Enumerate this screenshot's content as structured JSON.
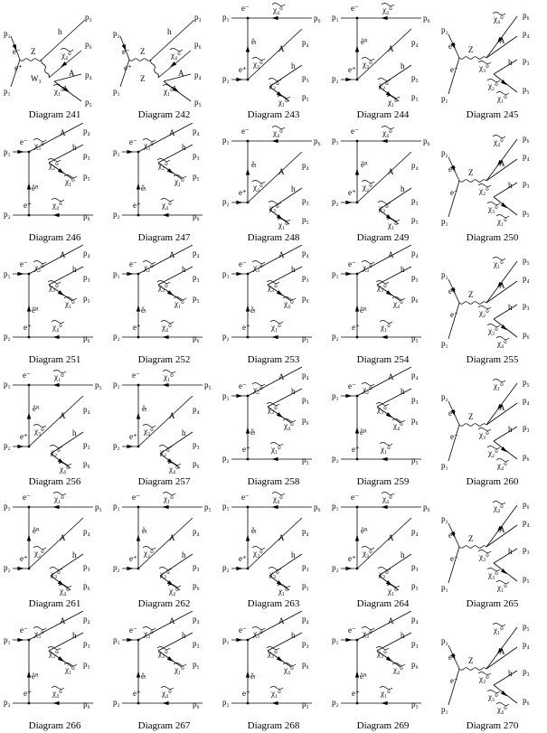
{
  "diagrams": [
    {
      "topology": "s2",
      "caption": "Diagram 241",
      "labels": {
        "in1": "p₂",
        "in2": "p₁",
        "e1": "e⁻",
        "e2": "e⁺",
        "z": "Z",
        "out1": "p₃",
        "s1": "h",
        "out2": "p₆",
        "s2": "χ₄⁰",
        "out3": "p₄",
        "s3": "A",
        "out4": "p₅",
        "s4": "χ₁⁰",
        "w": "W₃"
      }
    },
    {
      "topology": "s2",
      "caption": "Diagram 242",
      "labels": {
        "in1": "p₂",
        "in2": "p₁",
        "e1": "e⁻",
        "e2": "e⁺",
        "z": "Z",
        "out1": "p₃",
        "s1": "h",
        "out2": "p₆",
        "s2": "χ₄⁰",
        "out3": "p₄",
        "s3": "A",
        "out4": "p₅",
        "s4": "χ₁⁰",
        "w": "Z"
      }
    },
    {
      "topology": "tB",
      "caption": "Diagram 243",
      "labels": {
        "top_in": "p₁",
        "bot_in": "p₂",
        "e1": "e⁻",
        "e2": "e⁺",
        "top_out": "p₆",
        "top_label": "χ₄⁰",
        "prop": "ẽₗ",
        "chi_a": "χ₃⁰",
        "A": "A",
        "pA": "p₄",
        "chi_b": "χ₂⁰",
        "h": "h",
        "ph": "p₃",
        "chi_c": "χ₁⁰",
        "pc": "p₅"
      }
    },
    {
      "topology": "tB",
      "caption": "Diagram 244",
      "labels": {
        "top_in": "p₁",
        "bot_in": "p₂",
        "e1": "e⁻",
        "e2": "e⁺",
        "top_out": "p₆",
        "top_label": "χ₄⁰",
        "prop": "ẽᴿ",
        "chi_a": "χ₃⁰",
        "A": "A",
        "pA": "p₄",
        "chi_b": "χ₂⁰",
        "h": "h",
        "ph": "p₃",
        "chi_c": "χ₁⁰",
        "pc": "p₅"
      }
    },
    {
      "topology": "s1",
      "caption": "Diagram 245",
      "labels": {
        "in1": "p₂",
        "in2": "p₁",
        "e1": "e⁺",
        "e2": "e⁻",
        "z": "Z",
        "top_label": "χ₄⁰",
        "out1": "p₆",
        "A": "A",
        "pA": "p₄",
        "chi_a": "χ₃⁰",
        "h": "h",
        "ph": "p₃",
        "chi_b": "χ₂⁰",
        "pc": "p₅",
        "chi_c": "χ₁⁰"
      }
    },
    {
      "topology": "tA",
      "caption": "Diagram 246",
      "labels": {
        "top_in": "p₁",
        "bot_in": "p₂",
        "e1": "e⁻",
        "e2": "e⁺",
        "chi_a": "χ₃⁰",
        "A": "A",
        "pA": "p₄",
        "chi_b": "χ₂⁰",
        "h": "h",
        "ph": "p₃",
        "chi_c": "χ₁⁰",
        "pc": "p₅",
        "prop": "ẽᴿ",
        "bot_label": "χ₄⁰",
        "bot_out": "p₆"
      }
    },
    {
      "topology": "tA",
      "caption": "Diagram 247",
      "labels": {
        "top_in": "p₁",
        "bot_in": "p₂",
        "e1": "e⁻",
        "e2": "e⁺",
        "chi_a": "χ₃⁰",
        "A": "A",
        "pA": "p₄",
        "chi_b": "χ₂⁰",
        "h": "h",
        "ph": "p₃",
        "chi_c": "χ₁⁰",
        "pc": "p₅",
        "prop": "ẽₗ",
        "bot_label": "χ₄⁰",
        "bot_out": "p₆"
      }
    },
    {
      "topology": "tB",
      "caption": "Diagram 248",
      "labels": {
        "top_in": "p₁",
        "bot_in": "p₂",
        "e1": "e⁻",
        "e2": "e⁺",
        "top_out": "p₆",
        "top_label": "χ₄⁰",
        "prop": "ẽₗ",
        "chi_a": "χ₂⁰",
        "A": "A",
        "pA": "p₄",
        "chi_b": "χ₃⁰",
        "h": "h",
        "ph": "p₃",
        "chi_c": "χ₁⁰",
        "pc": "p₅"
      }
    },
    {
      "topology": "tB",
      "caption": "Diagram 249",
      "labels": {
        "top_in": "p₁",
        "bot_in": "p₂",
        "e1": "e⁻",
        "e2": "e⁺",
        "top_out": "p₆",
        "top_label": "χ₄⁰",
        "prop": "ẽᴿ",
        "chi_a": "χ₂⁰",
        "A": "A",
        "pA": "p₄",
        "chi_b": "χ₃⁰",
        "h": "h",
        "ph": "p₃",
        "chi_c": "χ₁⁰",
        "pc": "p₅"
      }
    },
    {
      "topology": "s1",
      "caption": "Diagram 250",
      "labels": {
        "in1": "p₂",
        "in2": "p₁",
        "e1": "e⁺",
        "e2": "e⁻",
        "z": "Z",
        "top_label": "χ₄⁰",
        "out1": "p₆",
        "A": "A",
        "pA": "p₄",
        "chi_a": "χ₂⁰",
        "h": "h",
        "ph": "p₃",
        "chi_b": "χ₃⁰",
        "pc": "p₅",
        "chi_c": "χ₁⁰"
      }
    },
    {
      "topology": "tA",
      "caption": "Diagram 251",
      "labels": {
        "top_in": "p₁",
        "bot_in": "p₂",
        "e1": "e⁻",
        "e2": "e⁺",
        "chi_a": "χ₂⁰",
        "A": "A",
        "pA": "p₄",
        "chi_b": "χ₃⁰",
        "h": "h",
        "ph": "p₃",
        "chi_c": "χ₁⁰",
        "pc": "p₅",
        "prop": "ẽᴿ",
        "bot_label": "χ₄⁰",
        "bot_out": "p₆"
      }
    },
    {
      "topology": "tA",
      "caption": "Diagram 252",
      "labels": {
        "top_in": "p₁",
        "bot_in": "p₂",
        "e1": "e⁻",
        "e2": "e⁺",
        "chi_a": "χ₂⁰",
        "A": "A",
        "pA": "p₄",
        "chi_b": "χ₃⁰",
        "h": "h",
        "ph": "p₃",
        "chi_c": "χ₁⁰",
        "pc": "p₅",
        "prop": "ẽₗ",
        "bot_label": "χ₄⁰",
        "bot_out": "p₆"
      }
    },
    {
      "topology": "tA",
      "caption": "Diagram 253",
      "labels": {
        "top_in": "p₁",
        "bot_in": "p₂",
        "e1": "e⁻",
        "e2": "e⁺",
        "chi_a": "χ₃⁰",
        "A": "A",
        "pA": "p₄",
        "chi_b": "χ₃⁰",
        "h": "h",
        "ph": "p₃",
        "chi_c": "χ₄⁰",
        "pc": "p₆",
        "prop": "ẽₗ",
        "bot_label": "χ₁⁰",
        "bot_out": "p₅"
      }
    },
    {
      "topology": "tA",
      "caption": "Diagram 254",
      "labels": {
        "top_in": "p₁",
        "bot_in": "p₂",
        "e1": "e⁻",
        "e2": "e⁺",
        "chi_a": "χ₃⁰",
        "A": "A",
        "pA": "p₄",
        "chi_b": "χ₃⁰",
        "h": "h",
        "ph": "p₃",
        "chi_c": "χ₄⁰",
        "pc": "p₆",
        "prop": "ẽᴿ",
        "bot_label": "χ₁⁰",
        "bot_out": "p₅"
      }
    },
    {
      "topology": "s1",
      "caption": "Diagram 255",
      "labels": {
        "in1": "p₂",
        "in2": "p₁",
        "e1": "e⁺",
        "e2": "e⁻",
        "z": "Z",
        "top_label": "χ₁⁰",
        "out1": "p₅",
        "A": "A",
        "pA": "p₄",
        "chi_a": "χ₂⁰",
        "h": "h",
        "ph": "p₃",
        "chi_b": "χ₃⁰",
        "pc": "p₆",
        "chi_c": "χ₄⁰"
      }
    },
    {
      "topology": "tB",
      "caption": "Diagram 256",
      "labels": {
        "top_in": "p₁",
        "bot_in": "p₂",
        "e1": "e⁻",
        "e2": "e⁺",
        "top_out": "p₅",
        "top_label": "χ₁⁰",
        "prop": "ẽᴿ",
        "chi_a": "χ₃⁰",
        "A": "A",
        "pA": "p₄",
        "chi_b": "χ₂⁰",
        "h": "h",
        "ph": "p₃",
        "chi_c": "χ₄⁰",
        "pc": "p₆"
      }
    },
    {
      "topology": "tB",
      "caption": "Diagram 257",
      "labels": {
        "top_in": "p₁",
        "bot_in": "p₂",
        "e1": "e⁻",
        "e2": "e⁺",
        "top_out": "p₅",
        "top_label": "χ₁⁰",
        "prop": "ẽₗ",
        "chi_a": "χ₃⁰",
        "A": "A",
        "pA": "p₄",
        "chi_b": "χ₂⁰",
        "h": "h",
        "ph": "p₃",
        "chi_c": "χ₄⁰",
        "pc": "p₆"
      }
    },
    {
      "topology": "tA",
      "caption": "Diagram 258",
      "labels": {
        "top_in": "p₁",
        "bot_in": "p₂",
        "e1": "e⁻",
        "e2": "e⁺",
        "chi_a": "χ₂⁰",
        "A": "A",
        "pA": "p₄",
        "chi_b": "χ₃⁰",
        "h": "h",
        "ph": "p₃",
        "chi_c": "χ₄⁰",
        "pc": "p₆",
        "prop": "ẽₗ",
        "bot_label": "χ₁⁰",
        "bot_out": "p₅"
      }
    },
    {
      "topology": "tA",
      "caption": "Diagram 259",
      "labels": {
        "top_in": "p₁",
        "bot_in": "p₂",
        "e1": "e⁻",
        "e2": "e⁺",
        "chi_a": "χ₂⁰",
        "A": "A",
        "pA": "p₄",
        "chi_b": "χ₃⁰",
        "h": "h",
        "ph": "p₃",
        "chi_c": "χ₄⁰",
        "pc": "p₆",
        "prop": "ẽᴿ",
        "bot_label": "χ₁⁰",
        "bot_out": "p₅"
      }
    },
    {
      "topology": "s1",
      "caption": "Diagram 260",
      "labels": {
        "in1": "p₂",
        "in2": "p₁",
        "e1": "e⁺",
        "e2": "e⁻",
        "z": "Z",
        "top_label": "χ₁⁰",
        "out1": "p₅",
        "A": "A",
        "pA": "p₄",
        "chi_a": "χ₃⁰",
        "h": "h",
        "ph": "p₃",
        "chi_b": "χ₂⁰",
        "pc": "p₆",
        "chi_c": "χ₄⁰"
      }
    },
    {
      "topology": "tB",
      "caption": "Diagram 261",
      "labels": {
        "top_in": "p₁",
        "bot_in": "p₂",
        "e1": "e⁻",
        "e2": "e⁺",
        "top_out": "p₅",
        "top_label": "χ₁⁰",
        "prop": "ẽᴿ",
        "chi_a": "χ₂⁰",
        "A": "A",
        "pA": "p₄",
        "chi_b": "χ₃⁰",
        "h": "h",
        "ph": "p₃",
        "chi_c": "χ₄⁰",
        "pc": "p₆"
      }
    },
    {
      "topology": "tB",
      "caption": "Diagram 262",
      "labels": {
        "top_in": "p₁",
        "bot_in": "p₂",
        "e1": "e⁻",
        "e2": "e⁺",
        "top_out": "p₅",
        "top_label": "χ₁⁰",
        "prop": "ẽₗ",
        "chi_a": "χ₂⁰",
        "A": "A",
        "pA": "p₄",
        "chi_b": "χ₃⁰",
        "h": "h",
        "ph": "p₃",
        "chi_c": "χ₄⁰",
        "pc": "p₆"
      }
    },
    {
      "topology": "tB",
      "caption": "Diagram 263",
      "labels": {
        "top_in": "p₁",
        "bot_in": "p₂",
        "e1": "e⁻",
        "e2": "e⁺",
        "top_out": "p₆",
        "top_label": "χ₄⁰",
        "prop": "ẽₗ",
        "chi_a": "χ₃⁰",
        "A": "A",
        "pA": "p₄",
        "chi_b": "χ₃⁰",
        "h": "h",
        "ph": "p₃",
        "chi_c": "χ₁⁰",
        "pc": "p₅"
      }
    },
    {
      "topology": "tB",
      "caption": "Diagram 264",
      "labels": {
        "top_in": "p₁",
        "bot_in": "p₂",
        "e1": "e⁻",
        "e2": "e⁺",
        "top_out": "p₆",
        "top_label": "χ₄⁰",
        "prop": "ẽᴿ",
        "chi_a": "χ₃⁰",
        "A": "A",
        "pA": "p₄",
        "chi_b": "χ₃⁰",
        "h": "h",
        "ph": "p₃",
        "chi_c": "χ₁⁰",
        "pc": "p₅"
      }
    },
    {
      "topology": "s1",
      "caption": "Diagram 265",
      "labels": {
        "in1": "p₂",
        "in2": "p₁",
        "e1": "e⁺",
        "e2": "e⁻",
        "z": "Z",
        "top_label": "χ₄⁰",
        "out1": "p₆",
        "A": "A",
        "pA": "p₄",
        "chi_a": "χ₃⁰",
        "h": "h",
        "ph": "p₃",
        "chi_b": "χ₃⁰",
        "pc": "p₅",
        "chi_c": "χ₁⁰"
      }
    },
    {
      "topology": "tA",
      "caption": "Diagram 266",
      "labels": {
        "top_in": "p₁",
        "bot_in": "p₂",
        "e1": "e⁻",
        "e2": "e⁺",
        "chi_a": "χ₃⁰",
        "A": "A",
        "pA": "p₄",
        "chi_b": "χ₃⁰",
        "h": "h",
        "ph": "p₃",
        "chi_c": "χ₁⁰",
        "pc": "p₅",
        "prop": "ẽᴿ",
        "bot_label": "χ₄⁰",
        "bot_out": "p₆"
      }
    },
    {
      "topology": "tA",
      "caption": "Diagram 267",
      "labels": {
        "top_in": "p₁",
        "bot_in": "p₂",
        "e1": "e⁻",
        "e2": "e⁺",
        "chi_a": "χ₃⁰",
        "A": "A",
        "pA": "p₄",
        "chi_b": "χ₃⁰",
        "h": "h",
        "ph": "p₃",
        "chi_c": "χ₁⁰",
        "pc": "p₅",
        "prop": "ẽₗ",
        "bot_label": "χ₄⁰",
        "bot_out": "p₆"
      }
    },
    {
      "topology": "tA",
      "caption": "Diagram 268",
      "labels": {
        "top_in": "p₁",
        "bot_in": "p₂",
        "e1": "e⁻",
        "e2": "e⁺",
        "chi_a": "χ₃⁰",
        "A": "A",
        "pA": "p₄",
        "chi_b": "χ₃⁰",
        "h": "h",
        "ph": "p₃",
        "chi_c": "χ₄⁰",
        "pc": "p₆",
        "prop": "ẽₗ",
        "bot_label": "χ₁⁰",
        "bot_out": "p₅"
      }
    },
    {
      "topology": "tA",
      "caption": "Diagram 269",
      "labels": {
        "top_in": "p₁",
        "bot_in": "p₂",
        "e1": "e⁻",
        "e2": "e⁺",
        "chi_a": "χ₃⁰",
        "A": "A",
        "pA": "p₄",
        "chi_b": "χ₃⁰",
        "h": "h",
        "ph": "p₃",
        "chi_c": "χ₄⁰",
        "pc": "p₆",
        "prop": "ẽᴿ",
        "bot_label": "χ₁⁰",
        "bot_out": "p₅"
      }
    },
    {
      "topology": "s1",
      "caption": "Diagram 270",
      "labels": {
        "in1": "p₂",
        "in2": "p₁",
        "e1": "e⁺",
        "e2": "e⁻",
        "z": "Z",
        "top_label": "χ₁⁰",
        "out1": "p₅",
        "A": "A",
        "pA": "p₄",
        "chi_a": "χ₃⁰",
        "h": "h",
        "ph": "p₃",
        "chi_b": "χ₃⁰",
        "pc": "p₆",
        "chi_c": "χ₄⁰"
      }
    }
  ]
}
